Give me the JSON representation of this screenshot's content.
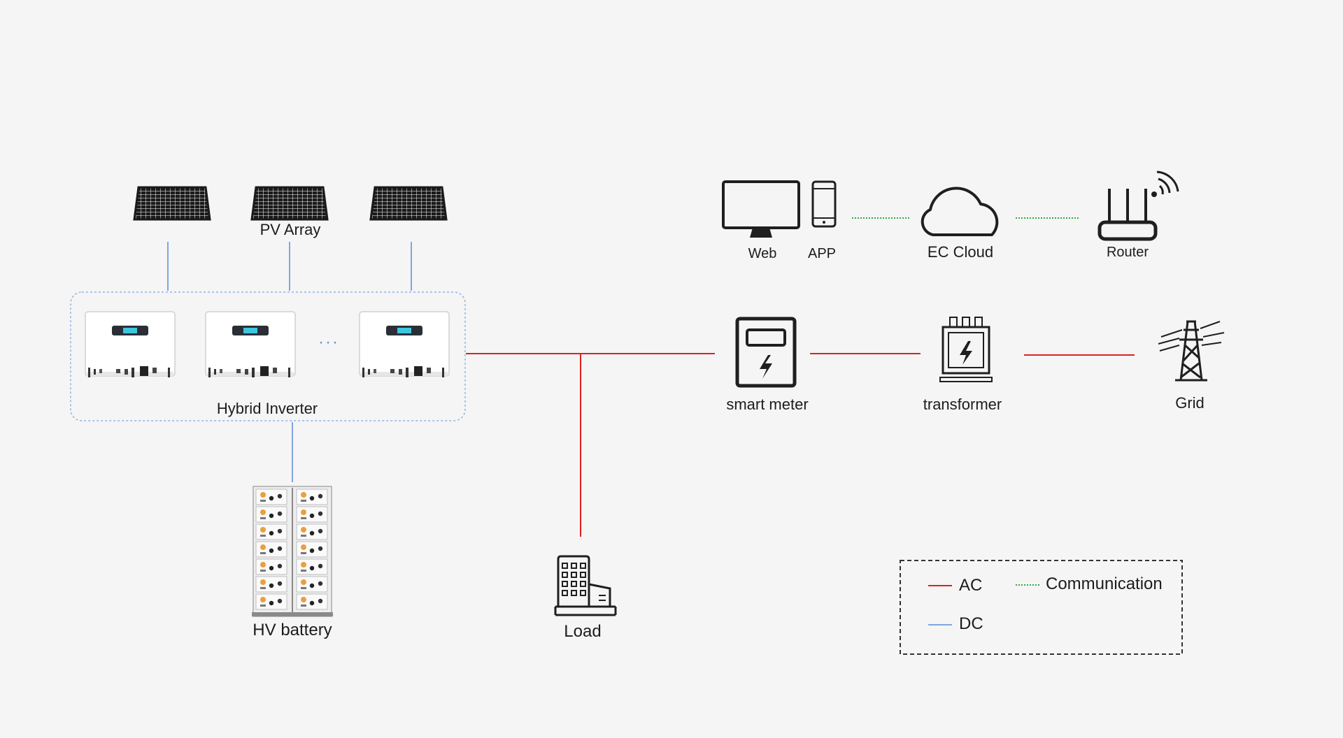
{
  "labels": {
    "pv_array": "PV Array",
    "hybrid_inverter": "Hybrid Inverter",
    "hv_battery": "HV battery",
    "load": "Load",
    "smart_meter": "smart meter",
    "transformer": "transformer",
    "grid": "Grid",
    "web": "Web",
    "app": "APP",
    "ec_cloud": "EC Cloud",
    "router": "Router",
    "ellipsis": "···"
  },
  "legend": {
    "ac": "AC",
    "dc": "DC",
    "communication": "Communication"
  },
  "colors": {
    "ac": "#e02020",
    "dc": "#7fa6e0",
    "communication": "#33a64a",
    "icon": "#1f1f1f",
    "background": "#f5f5f5"
  }
}
